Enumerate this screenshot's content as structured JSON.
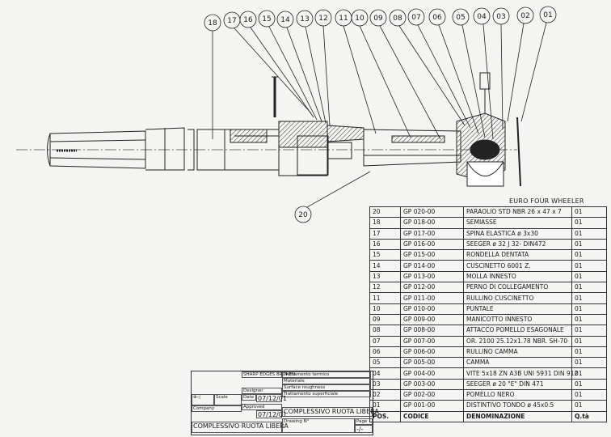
{
  "title_right": "EURO FOUR WHEELER",
  "callouts": [
    "18",
    "17",
    "16",
    "15",
    "14",
    "13",
    "12",
    "11",
    "10",
    "09",
    "08",
    "07",
    "06",
    "05",
    "04",
    "03",
    "02",
    "01",
    "20"
  ],
  "bom": {
    "header": {
      "pos": "POS.",
      "code": "CODICE",
      "name": "DENOMINAZIONE",
      "qty": "Q.tà"
    },
    "rows": [
      {
        "pos": "20",
        "code": "GP 020-00",
        "name": "PARAOLIO STD NBR 26 x 47 x 7",
        "qty": "01"
      },
      {
        "pos": "18",
        "code": "GP 018-00",
        "name": "SEMIASSE",
        "qty": "01"
      },
      {
        "pos": "17",
        "code": "GP 017-00",
        "name": "SPINA ELASTICA ø 3x30",
        "qty": "01"
      },
      {
        "pos": "16",
        "code": "GP 016-00",
        "name": "SEEGER ø 32 J 32- DIN472",
        "qty": "01"
      },
      {
        "pos": "15",
        "code": "GP 015-00",
        "name": "RONDELLA DENTATA",
        "qty": "01"
      },
      {
        "pos": "14",
        "code": "GP 014-00",
        "name": "CUSCINETTO 6001 Z.",
        "qty": "01"
      },
      {
        "pos": "13",
        "code": "GP 013-00",
        "name": "MOLLA INNESTO",
        "qty": "01"
      },
      {
        "pos": "12",
        "code": "GP 012-00",
        "name": "PERNO DI COLLEGAMENTO",
        "qty": "01"
      },
      {
        "pos": "11",
        "code": "GP 011-00",
        "name": "RULLINO CUSCINETTO",
        "qty": "01"
      },
      {
        "pos": "10",
        "code": "GP 010-00",
        "name": "PUNTALE",
        "qty": "01"
      },
      {
        "pos": "09",
        "code": "GP 009-00",
        "name": "MANICOTTO INNESTO",
        "qty": "01"
      },
      {
        "pos": "08",
        "code": "GP 008-00",
        "name": "ATTACCO POMELLO ESAGONALE",
        "qty": "01"
      },
      {
        "pos": "07",
        "code": "GP 007-00",
        "name": "OR. 2100 25.12x1.78 NBR. SH-70",
        "qty": "01"
      },
      {
        "pos": "06",
        "code": "GP 006-00",
        "name": "RULLINO CAMMA",
        "qty": "01"
      },
      {
        "pos": "05",
        "code": "GP 005-00",
        "name": "CAMMA",
        "qty": "01"
      },
      {
        "pos": "04",
        "code": "GP 004-00",
        "name": "VITE 5x18 ZN A3B UNI 5931 DIN 912",
        "qty": "01"
      },
      {
        "pos": "03",
        "code": "GP 003-00",
        "name": "SEEGER ø 20 \"E\" DIN 471",
        "qty": "01"
      },
      {
        "pos": "02",
        "code": "GP 002-00",
        "name": "POMELLO NERO",
        "qty": "01"
      },
      {
        "pos": "01",
        "code": "GP 001-00",
        "name": "DISTINTIVO TONDO ø 45x0.5",
        "qty": "01"
      }
    ]
  },
  "title_block": {
    "company_label": "Company",
    "scale_label": "Scale",
    "designer_label": "Designer",
    "date_label": "Date",
    "date1": "07/12/01",
    "approved_label": "Approved",
    "date2": "07/12/01",
    "part_name": "COMPLESSIVO RUOTA LIBERA",
    "part_name_2": "COMPLESSIVO RUOTA LIBERA",
    "drawing_no_label": "Drawing N°",
    "page_label": "Page",
    "page_value": "-/-",
    "header1": "SHARP EDGES BROKEN",
    "header2": "Trattamento termico",
    "material_label": "Materiale",
    "surface_label": "Surface roughness",
    "treatment_label": "Trattamento superficiale"
  }
}
